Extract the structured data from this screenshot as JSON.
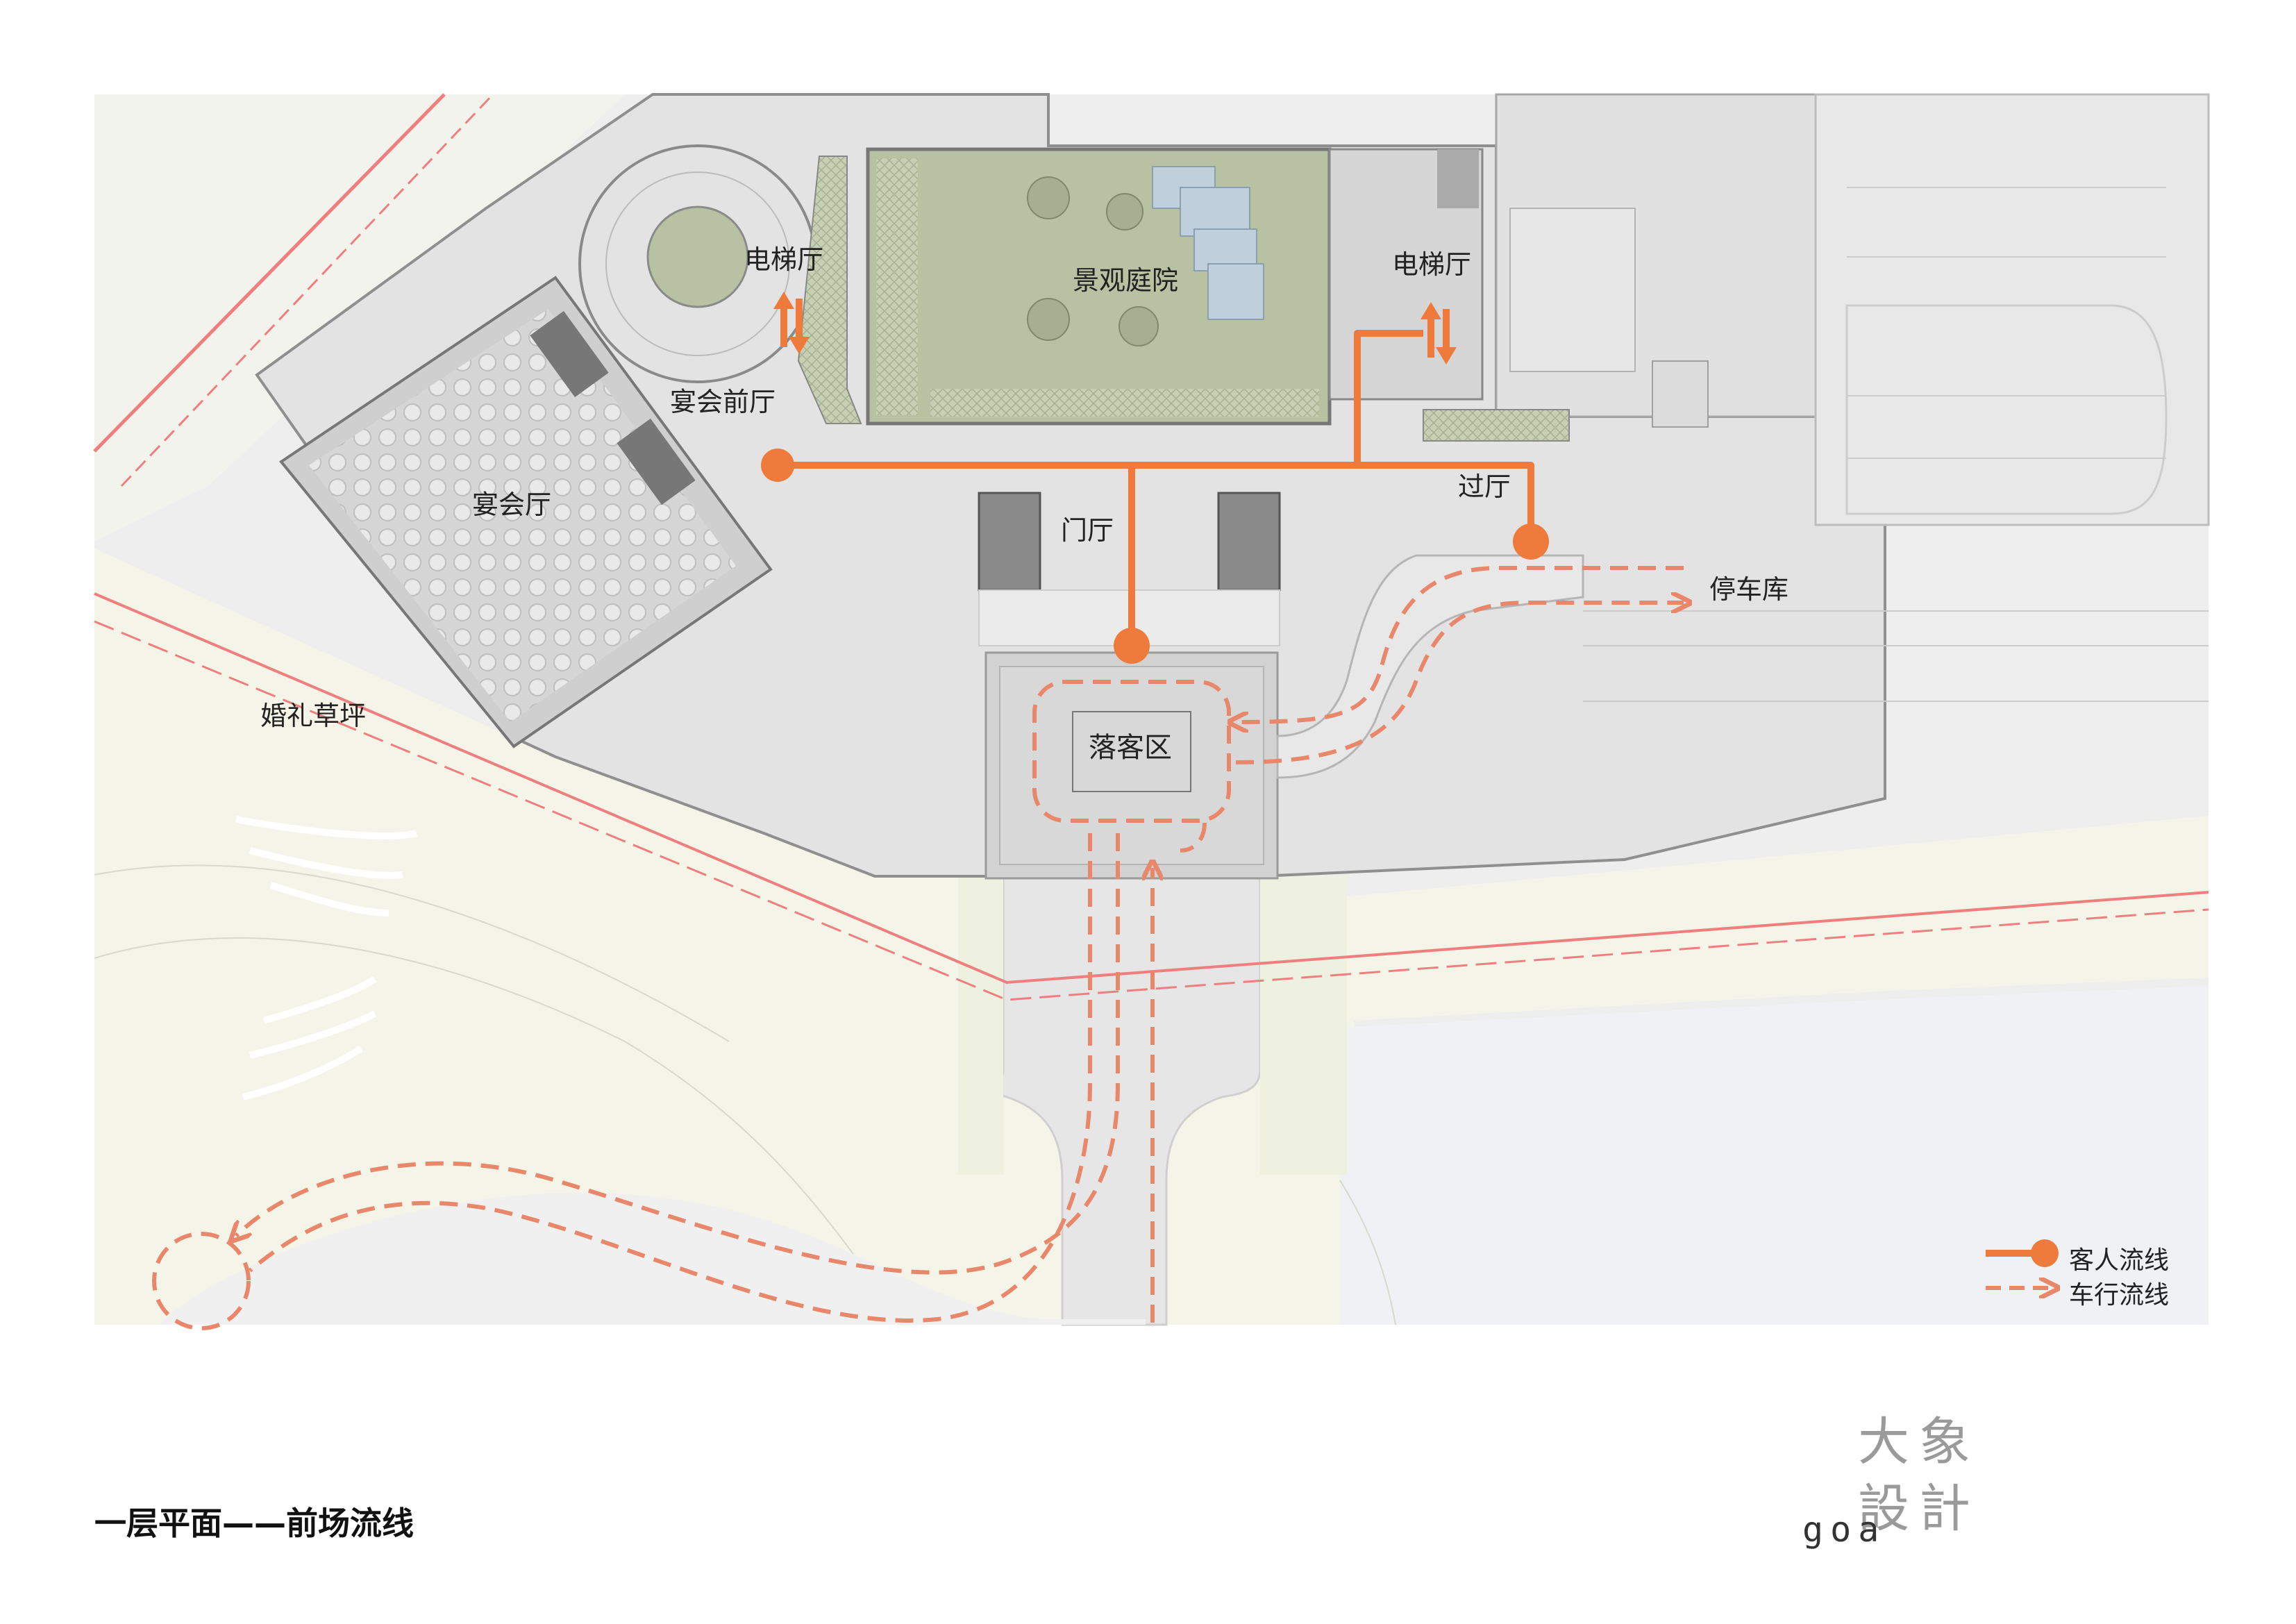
{
  "labels": {
    "elevator_hall_left": "电梯厅",
    "elevator_hall_right": "电梯厅",
    "landscape_courtyard": "景观庭院",
    "banquet_foyer": "宴会前厅",
    "banquet_hall": "宴会厅",
    "lobby": "门厅",
    "transit_hall": "过厅",
    "parking_garage": "停车库",
    "drop_off_zone": "落客区",
    "wedding_lawn": "婚礼草坪"
  },
  "caption": "一层平面——前场流线",
  "legend": {
    "guest_flow": "客人流线",
    "vehicle_flow": "车行流线"
  },
  "logo": {
    "line1": "大象",
    "line2": "設計",
    "brand": "goa"
  },
  "colors": {
    "guest_flow": "#ee7a3b",
    "vehicle_flow": "#e8876a",
    "lawn": "#f4f5e8",
    "courtyard": "#b8c2a3",
    "building_fill": "#e3e3e3",
    "building_stroke": "#8f8f8f",
    "road_line": "#ef7f7f",
    "surroundings": "#eeeeee"
  },
  "icons": [
    "elevator-up-down-icon",
    "elevator-up-down-icon",
    "flow-node-icon",
    "arrowhead-icon"
  ]
}
